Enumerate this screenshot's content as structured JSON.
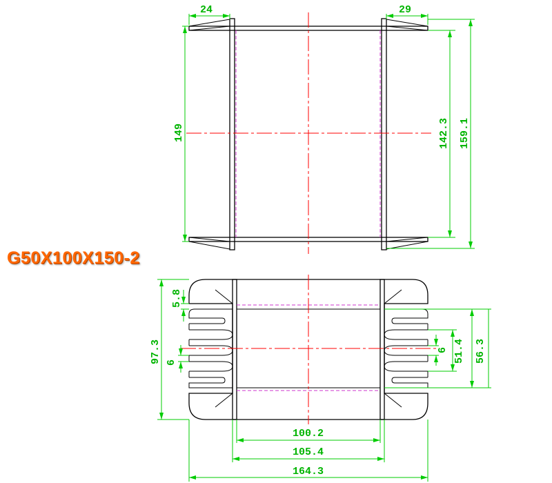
{
  "title": "G50X100X150-2",
  "colors": {
    "outline": "#000000",
    "centerline": "#ff0000",
    "hidden_line": "#cc33cc",
    "dimension": "#00cc00",
    "title": "#ff6600"
  },
  "dimensions": {
    "top_left_flange_width": "24",
    "top_right_flange_width": "29",
    "overall_height_left": "149",
    "inner_height_right": "142.3",
    "overall_height_right": "159.1",
    "fin_thickness_top": "5.8",
    "overall_depth_left": "97.3",
    "fin_gap_left": "6",
    "fin_gap_right": "6",
    "inner_depth_right": "51.4",
    "outer_depth_right": "56.3",
    "inner_width": "100.2",
    "outer_width": "105.4",
    "overall_width": "164.3"
  }
}
